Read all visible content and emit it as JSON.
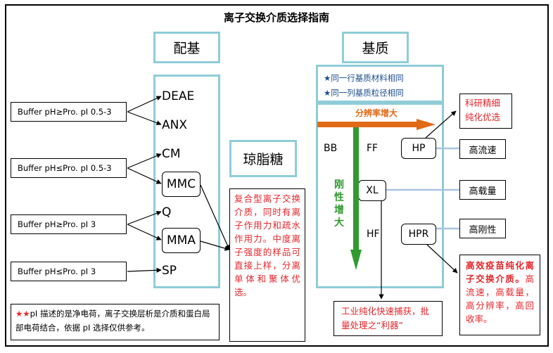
{
  "title": "离子交换介质选择指南",
  "ligand_header": "配基",
  "matrix_header": "基质",
  "agarose_label": "琼脂糖",
  "buffers": [
    "Buffer pH≥Pro. pI 0.5-3",
    "Buffer pH≤Pro. pI 0.5-3",
    "Buffer pH≥Pro. pI 3",
    "Buffer pH≤Pro. pI 3"
  ],
  "ligands": [
    "DEAE",
    "ANX",
    "CM",
    "MMC",
    "Q",
    "MMA",
    "SP"
  ],
  "legend": {
    "row_note": "★同一行基质材料相同",
    "col_note": "★同一列基质粒径相同"
  },
  "resolution_label": "分辨率增大",
  "rigidity_label": "刚性增大",
  "matrix_types": [
    "BB",
    "FF",
    "HP",
    "XL",
    "HF",
    "HPR"
  ],
  "composite_desc": "复合型离子交换介质，同时有离子作用力和疏水作用力。中度离子强度的样品可直接上样，分离单体和聚体优选。",
  "hp_desc": "科研精细纯化优选",
  "hp_flow": "高流速",
  "xl_desc": "高载量",
  "hpr_desc": "高刚性",
  "hpr_red_title": "高效疫苗纯化离子交换介质。",
  "hpr_red_body": "高流速，高载量，高分辨率，高回收率。",
  "xl_industrial": "工业纯化快速捕获，批量处理之“利器”",
  "footnote_stars": "★★",
  "footnote_text": "pI 描述的是净电荷，离子交换层析是介质和蛋白局部电荷结合，依据 pI 选择仅供参考。",
  "colors": {
    "teal_border": "#8ecdd8",
    "red": "#e5262b",
    "blue_text": "#1f4f91",
    "arrow_orange": "#e06a18",
    "arrow_green": "#2f9a2f"
  }
}
